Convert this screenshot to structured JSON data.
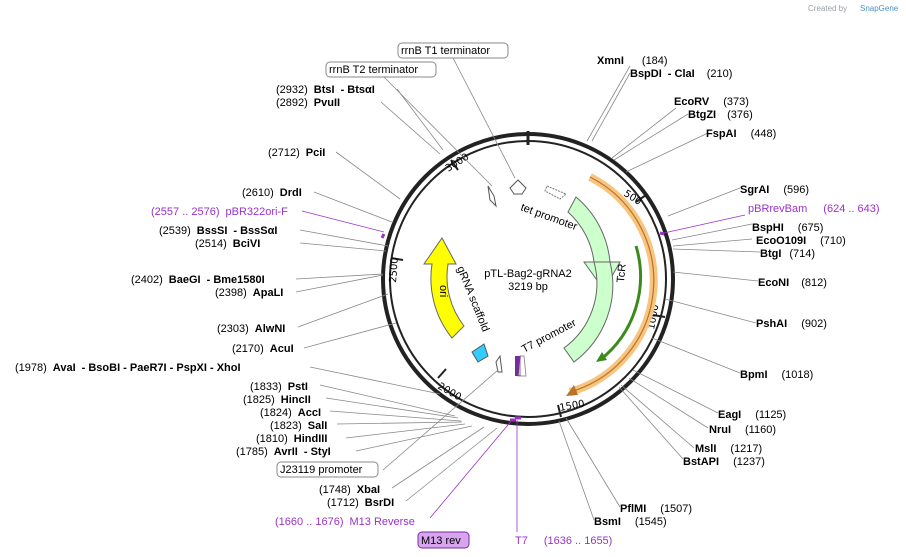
{
  "credit": {
    "created_by": "Created by",
    "brand": "SnapGene"
  },
  "plasmid": {
    "name": "pTL-Bag2-gRNA2",
    "size_label": "3219 bp",
    "total_bp": 3219
  },
  "ticks": [
    {
      "label": "500"
    },
    {
      "label": "1000"
    },
    {
      "label": "1500"
    },
    {
      "label": "2000"
    },
    {
      "label": "2500"
    },
    {
      "label": "3000"
    }
  ],
  "features": {
    "tet_promoter": "tet promoter",
    "tcr": "TcR",
    "t7_promoter": "T7 promoter",
    "grna_scaffold": "gRNA scaffold",
    "ori": "ori"
  },
  "boxed_labels": {
    "rrnb_t1": "rrnB T1 terminator",
    "rrnb_t2": "rrnB T2 terminator",
    "j23119": "J23119 promoter"
  },
  "right_sites": [
    {
      "name": "XmnI",
      "pos": "(184)"
    },
    {
      "name": "BspDI",
      "sep": "- ClaI",
      "pos": "(210)"
    },
    {
      "name": "EcoRV",
      "pos": "(373)"
    },
    {
      "name": "BtgZI",
      "pos": "(376)"
    },
    {
      "name": "FspAI",
      "pos": "(448)"
    },
    {
      "name": "SgrAI",
      "pos": "(596)"
    },
    {
      "name": "BspHI",
      "pos": "(675)"
    },
    {
      "name": "EcoO109I",
      "pos": "(710)"
    },
    {
      "name": "BtgI",
      "pos": "(714)"
    },
    {
      "name": "EcoNI",
      "pos": "(812)"
    },
    {
      "name": "PshAI",
      "pos": "(902)"
    },
    {
      "name": "BpmI",
      "pos": "(1018)"
    },
    {
      "name": "EagI",
      "pos": "(1125)"
    },
    {
      "name": "NruI",
      "pos": "(1160)"
    },
    {
      "name": "MslI",
      "pos": "(1217)"
    },
    {
      "name": "BstAPI",
      "pos": "(1237)"
    },
    {
      "name": "PflMI",
      "pos": "(1507)"
    },
    {
      "name": "BsmI",
      "pos": "(1545)"
    }
  ],
  "primer_right": {
    "name": "pBRrevBam",
    "range": "(624 .. 643)"
  },
  "left_sites": [
    {
      "pos": "(2932)",
      "name": "BtsI",
      "sep": "- BtsαI"
    },
    {
      "pos": "(2892)",
      "name": "PvuII"
    },
    {
      "pos": "(2712)",
      "name": "PciI"
    },
    {
      "pos": "(2610)",
      "name": "DrdI"
    },
    {
      "pos": "(2539)",
      "name": "BssSI",
      "sep": "- BssSαI"
    },
    {
      "pos": "(2514)",
      "name": "BciVI"
    },
    {
      "pos": "(2402)",
      "name": "BaeGI",
      "sep": "- Bme1580I"
    },
    {
      "pos": "(2398)",
      "name": "ApaLI"
    },
    {
      "pos": "(2303)",
      "name": "AlwNI"
    },
    {
      "pos": "(2170)",
      "name": "AcuI"
    },
    {
      "pos": "(1978)",
      "name": "AvaI",
      "sep": "- BsoBI - PaeR7I - PspXI - XhoI"
    },
    {
      "pos": "(1833)",
      "name": "PstI"
    },
    {
      "pos": "(1825)",
      "name": "HincII"
    },
    {
      "pos": "(1824)",
      "name": "AccI"
    },
    {
      "pos": "(1823)",
      "name": "SalI"
    },
    {
      "pos": "(1810)",
      "name": "HindIII"
    },
    {
      "pos": "(1785)",
      "name": "AvrII",
      "sep": "- StyI"
    },
    {
      "pos": "(1748)",
      "name": "XbaI"
    },
    {
      "pos": "(1712)",
      "name": "BsrDI"
    }
  ],
  "primer_left_1": {
    "range": "(2557 .. 2576)",
    "name": "pBR322ori-F"
  },
  "primer_left_2": {
    "range": "(1660 .. 1676)",
    "name": "M13 Reverse"
  },
  "m13_rev_box": "M13 rev",
  "t7_primer": {
    "name": "T7",
    "range": "(1636 .. 1655)"
  },
  "colors": {
    "tcr": "#ccffcc",
    "ori": "#ffff00",
    "orange": "#f7c57f",
    "purple": "#9a32c8",
    "cyan": "#33ccff"
  }
}
